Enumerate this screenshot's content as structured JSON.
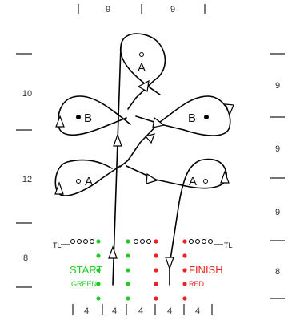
{
  "colors": {
    "line": "#000000",
    "start_marker": "#22cc22",
    "finish_marker": "#ee2222",
    "timer_light": "#ffffff",
    "background": "#ffffff"
  },
  "top_dimensions": [
    "9",
    "9"
  ],
  "left_dimensions": [
    "10",
    "12",
    "8"
  ],
  "right_dimensions": [
    "9",
    "9",
    "9",
    "8"
  ],
  "bottom_dimensions": [
    "4",
    "4",
    "4",
    "4",
    "4"
  ],
  "gates": {
    "top": "A",
    "upper_left": "B",
    "upper_right": "B",
    "lower_left": "A",
    "lower_right": "A"
  },
  "timer_label_left": "TL",
  "timer_label_right": "TL",
  "start": {
    "label": "START",
    "sub_label": "GREEN"
  },
  "finish": {
    "label": "FINISH",
    "sub_label": "RED"
  }
}
